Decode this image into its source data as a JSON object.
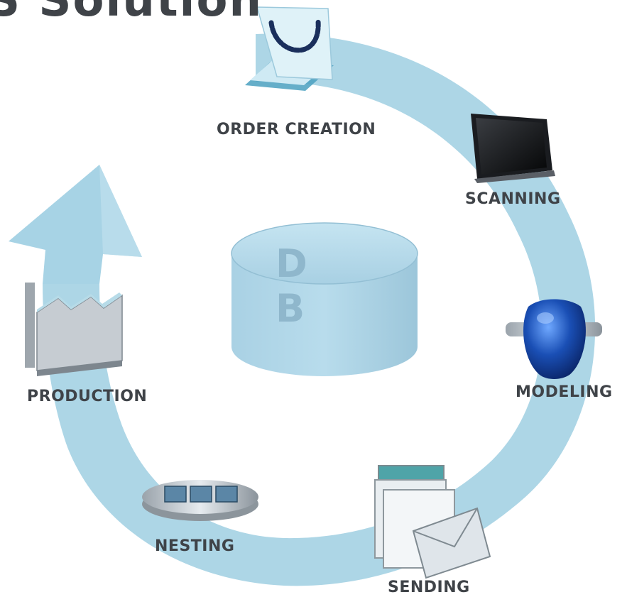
{
  "diagram": {
    "title_fragment": "S Solution",
    "center_label": "D B",
    "steps": {
      "order_creation": "ORDER CREATION",
      "scanning": "SCANNING",
      "modeling": "MODELING",
      "sending": "SENDING",
      "nesting": "NESTING",
      "production": "PRODUCTION"
    }
  },
  "colors": {
    "ring": "#add6e6",
    "ring_dark": "#8cc0d6",
    "database": "#9fc8dd",
    "label": "#3f4348"
  },
  "icons": {
    "order_creation": "dental-tray-icon",
    "scanning": "monitor-icon",
    "modeling": "tooth-model-icon",
    "sending": "envelope-icon",
    "nesting": "nesting-tray-icon",
    "production": "factory-icon",
    "center": "database-icon"
  }
}
